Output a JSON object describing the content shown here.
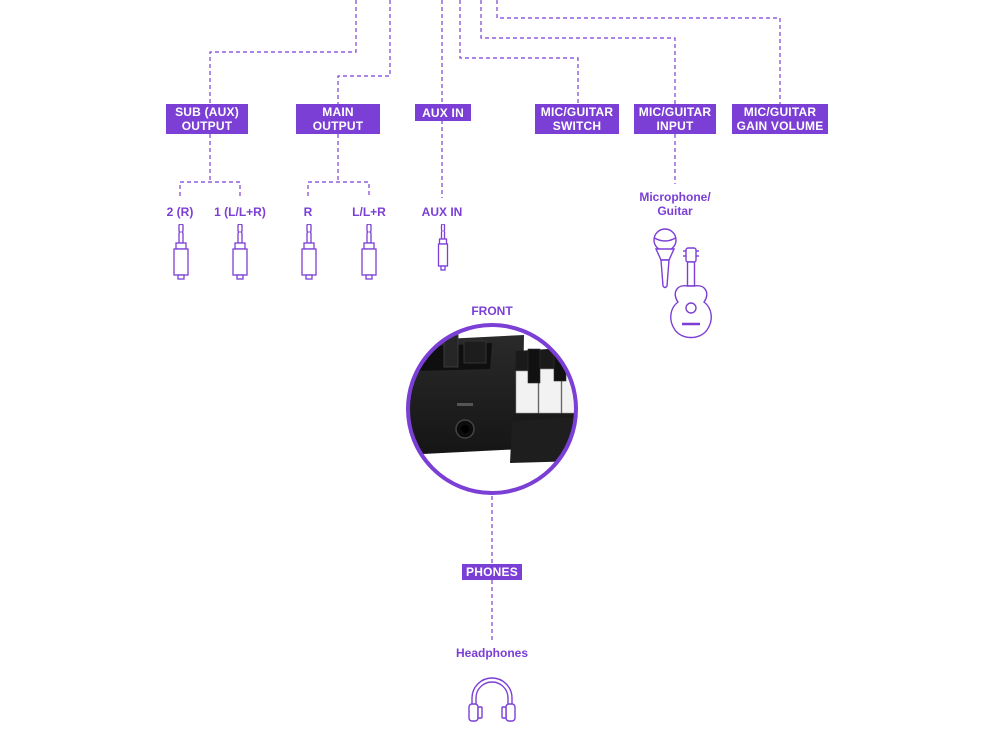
{
  "colors": {
    "accent": "#7b3fd6",
    "device": "#1c1c1c",
    "key_white": "#f2f2f2"
  },
  "labels": {
    "sub_aux_output": [
      "SUB (AUX)",
      "OUTPUT"
    ],
    "main_output": [
      "MAIN",
      "OUTPUT"
    ],
    "aux_in": [
      "AUX IN"
    ],
    "mic_guitar_switch": [
      "MIC/GUITAR",
      "SWITCH"
    ],
    "mic_guitar_input": [
      "MIC/GUITAR",
      "INPUT"
    ],
    "mic_guitar_gain": [
      "MIC/GUITAR",
      "GAIN VOLUME"
    ],
    "phones": [
      "PHONES"
    ]
  },
  "captions": {
    "sub_r": "2 (R)",
    "sub_l": "1 (L/L+R)",
    "main_r": "R",
    "main_l": "L/L+R",
    "aux_in": "AUX IN",
    "microphone_guitar": [
      "Microphone/",
      "Guitar"
    ],
    "front": "FRONT",
    "headphones": "Headphones"
  },
  "icons": [
    "quarter-inch-jack-icon",
    "mini-jack-icon",
    "microphone-icon",
    "guitar-icon",
    "headphones-icon"
  ]
}
